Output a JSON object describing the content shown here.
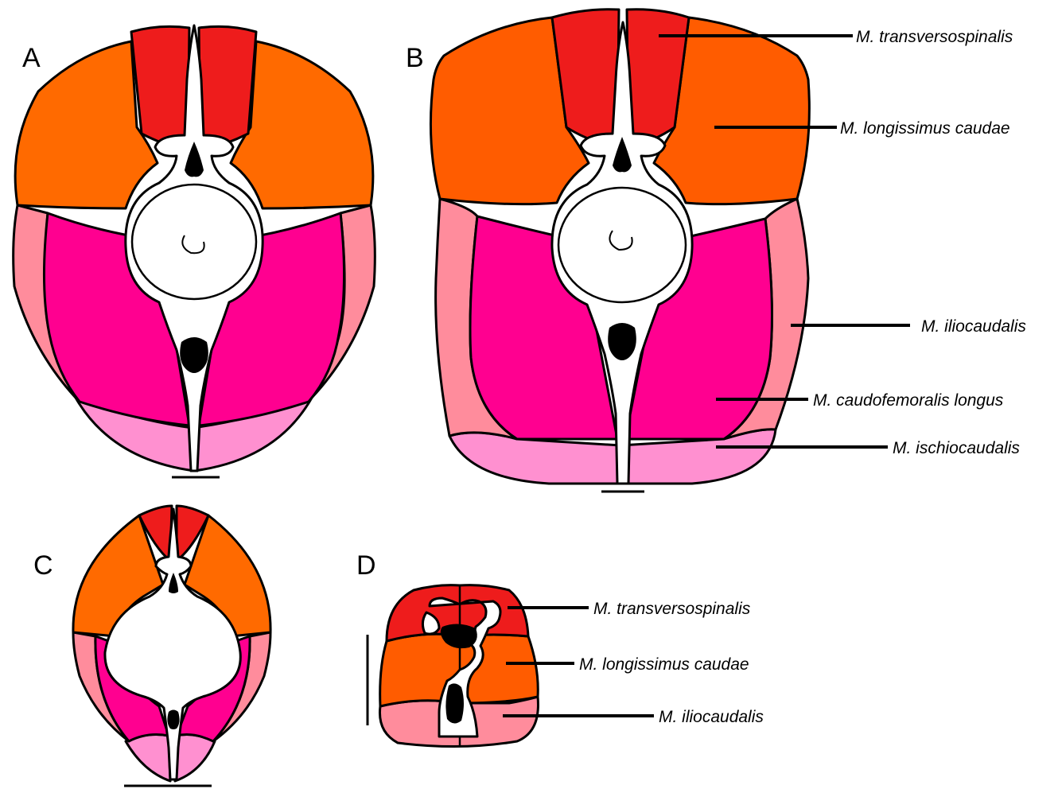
{
  "panels": {
    "A": "A",
    "B": "B",
    "C": "C",
    "D": "D"
  },
  "labels_B": [
    "M. transversospinalis",
    "M. longissimus caudae",
    "M. iliocaudalis",
    "M. caudofemoralis longus",
    "M. ischiocaudalis"
  ],
  "labels_D": [
    "M. transversospinalis",
    "M. longissimus caudae",
    "M. iliocaudalis"
  ],
  "colors": {
    "transversospinalis": "#ee1c1c",
    "longissimus": "#ff5c00",
    "iliocaudalis": "#ff8c9c",
    "caudofemoralis": "#ff0090",
    "ischiocaudalis": "#ff90d0",
    "bone": "#ffffff",
    "canal": "#000000"
  }
}
